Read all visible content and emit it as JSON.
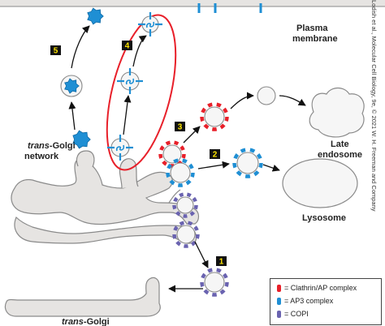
{
  "labels": {
    "plasma_membrane": [
      "Plasma",
      "membrane"
    ],
    "trans_golgi_network": {
      "italic": "trans",
      "rest": "-Golgi",
      "line2": "network"
    },
    "late_endosome": [
      "Late",
      "endosome"
    ],
    "lysosome": "Lysosome",
    "trans_golgi_bottom": {
      "italic": "trans",
      "rest": "-Golgi"
    }
  },
  "steps": [
    "1",
    "2",
    "3",
    "4",
    "5"
  ],
  "legend": [
    {
      "color": "#e8202a",
      "label": "= Clathrin/AP complex"
    },
    {
      "color": "#1f8fd4",
      "label": "= AP3 complex"
    },
    {
      "color": "#6a63b0",
      "label": "= COPI"
    }
  ],
  "credit": "Lodish et al., Molecular Cell Biology, 9e, © 2021 W. H. Freeman and Company",
  "colors": {
    "clathrin": "#e8202a",
    "ap3": "#1f8fd4",
    "copi": "#6a63b0",
    "membrane_fill": "#e6e4e2",
    "cargo": "#1f8fd4",
    "highlight": "#e8202a"
  }
}
